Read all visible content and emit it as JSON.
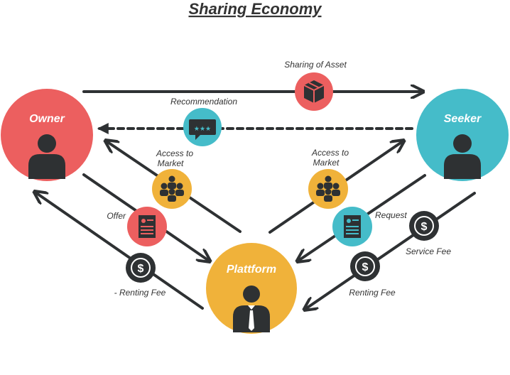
{
  "title": "Sharing Economy",
  "colors": {
    "owner": "#ec5f5f",
    "seeker": "#45bcc9",
    "platform": "#f0b23a",
    "dark": "#2e3133",
    "white": "#ffffff"
  },
  "nodes": {
    "owner": "Owner",
    "seeker": "Seeker",
    "platform": "Plattform"
  },
  "labels": {
    "sharing_asset": "Sharing of Asset",
    "recommendation": "Recommendation",
    "access_left_1": "Access to",
    "access_left_2": "Market",
    "access_right_1": "Access to",
    "access_right_2": "Market",
    "offer": "Offer",
    "request": "Request",
    "renting_fee_left": "- Renting Fee",
    "renting_fee_right": "Renting Fee",
    "service_fee": "Service Fee"
  },
  "icons": {
    "sharing_asset": "box-icon",
    "recommendation": "chat-bubble-icon",
    "access": "group-icon",
    "document": "document-icon",
    "money": "dollar-icon",
    "person": "person-icon",
    "businessman": "businessman-icon"
  }
}
